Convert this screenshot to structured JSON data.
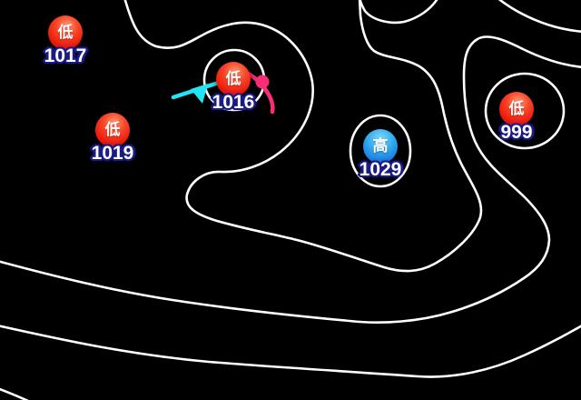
{
  "map": {
    "type": "surface-pressure-weather-map",
    "background_color": "#000000",
    "isobar_color": "#ffffff",
    "label_text_color": "#ffffff",
    "label_outline_color": "#1b1b86",
    "pressure_systems": [
      {
        "id": "low-1017",
        "kind": "low",
        "symbol": "低",
        "value": "1017",
        "marker_color": "#ea1507"
      },
      {
        "id": "low-1016",
        "kind": "low",
        "symbol": "低",
        "value": "1016",
        "marker_color": "#ea1507"
      },
      {
        "id": "low-1019",
        "kind": "low",
        "symbol": "低",
        "value": "1019",
        "marker_color": "#ea1507"
      },
      {
        "id": "high-1029",
        "kind": "high",
        "symbol": "高",
        "value": "1029",
        "marker_color": "#1670d8"
      },
      {
        "id": "low-999",
        "kind": "low",
        "symbol": "低",
        "value": "999",
        "marker_color": "#ea1507"
      }
    ],
    "fronts": [
      {
        "id": "cold-front",
        "kind": "cold",
        "color": "#22e4f2"
      },
      {
        "id": "warm-front",
        "kind": "warm",
        "color": "#f92d75"
      }
    ]
  }
}
